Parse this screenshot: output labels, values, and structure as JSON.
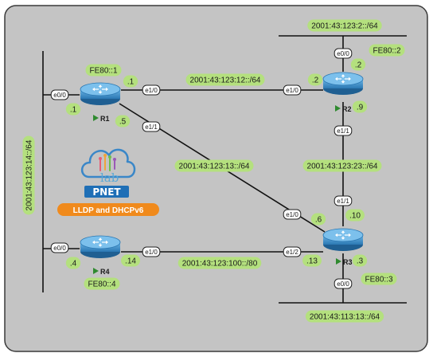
{
  "colors": {
    "canvas_bg": "#c4c4c4",
    "canvas_border": "#3a3a3a",
    "pill_bg": "#b4e07e",
    "router_blue": "#3d8fc7",
    "link_color": "#111111",
    "title_bg": "#f08a1c",
    "pnet_blue": "#1f6fb6"
  },
  "title": "LLDP and DHCPv6",
  "logo": {
    "brand": "PNET",
    "lab": "lab"
  },
  "routers": {
    "r1": {
      "name": "R1",
      "link_local": "FE80::1"
    },
    "r2": {
      "name": "R2",
      "link_local": "FE80::2"
    },
    "r3": {
      "name": "R3",
      "link_local": "FE80::3"
    },
    "r4": {
      "name": "R4",
      "link_local": "FE80::4"
    }
  },
  "subnets": {
    "r1_r2": "2001:43:123:12::/64",
    "r1_r3": "2001:43:123:13::/64",
    "r2_r3": "2001:43:123:23::/64",
    "r3_r4": "2001:43:123:100::/80",
    "r2_lan": "2001:43:123:2::/64",
    "r3_lan": "2001:43:113:13::/64",
    "left_lan": "2001:43:123:14::/64"
  },
  "interfaces": {
    "r1_e00": "e0/0",
    "r1_e10": "e1/0",
    "r1_e11": "e1/1",
    "r2_e10": "e1/0",
    "r2_e00": "e0/0",
    "r2_e11": "e1/1",
    "r3_e11": "e1/1",
    "r3_e10": "e1/0",
    "r3_e12": "e1/2",
    "r3_e00": "e0/0",
    "r4_e00": "e0/0",
    "r4_e10": "e1/0"
  },
  "host_ids": {
    "r1_e10": ".1",
    "r1_e00": ".1",
    "r1_e11": ".5",
    "r2_e00": ".2",
    "r2_e10": ".2",
    "r2_e11": ".9",
    "r3_e11": ".10",
    "r3_e10": ".6",
    "r3_e12": ".13",
    "r3_e00": ".3",
    "r4_e00": ".4",
    "r4_e10": ".14"
  }
}
